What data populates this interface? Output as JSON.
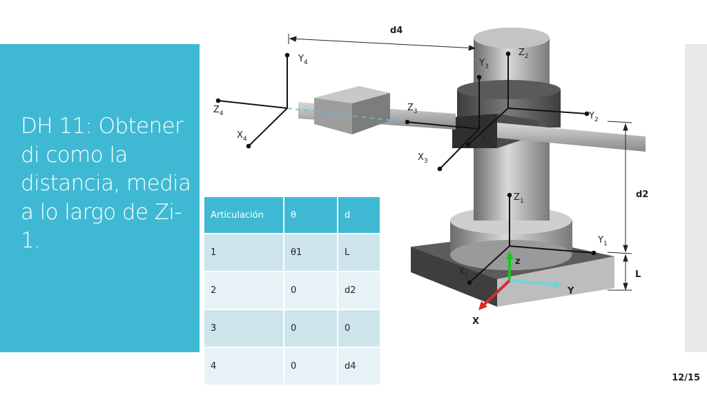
{
  "slide": {
    "title": "DH 11: Obtener di como la distancia, media a lo largo de Zi-1.",
    "page_number": "12/15"
  },
  "figure": {
    "dimension_labels": {
      "d4": "d4",
      "d2": "d2",
      "L": "L"
    },
    "frame_labels": {
      "z4": "Z",
      "z4_sub": "4",
      "y4": "Y",
      "y4_sub": "4",
      "x4": "X",
      "x4_sub": "4",
      "y3": "Y",
      "y3_sub": "3",
      "z3": "Z",
      "z3_sub": "3",
      "x3": "X",
      "x3_sub": "3",
      "z2": "Z",
      "z2_sub": "2",
      "y2": "Y",
      "y2_sub": "2",
      "x2": "X",
      "x2_sub": "2",
      "z1": "Z",
      "z1_sub": "1",
      "y1": "Y",
      "y1_sub": "1",
      "x1": "X",
      "x1_sub": "1"
    },
    "base_axes": {
      "x": "X",
      "y": "Y",
      "z": "z"
    },
    "colors": {
      "x_axis": "#d92b2b",
      "y_axis": "#6fd4d6",
      "z_axis": "#22c12b"
    }
  },
  "dh_table": {
    "headers": [
      "Articulación",
      "θ",
      "d"
    ],
    "rows": [
      [
        "1",
        "θ1",
        "L"
      ],
      [
        "2",
        "0",
        "d2"
      ],
      [
        "3",
        "0",
        "0"
      ],
      [
        "4",
        "0",
        "d4"
      ]
    ]
  },
  "colors": {
    "accent": "#3fb9d3",
    "row_dark": "#cfe5ec",
    "row_light": "#e8f2f6"
  }
}
